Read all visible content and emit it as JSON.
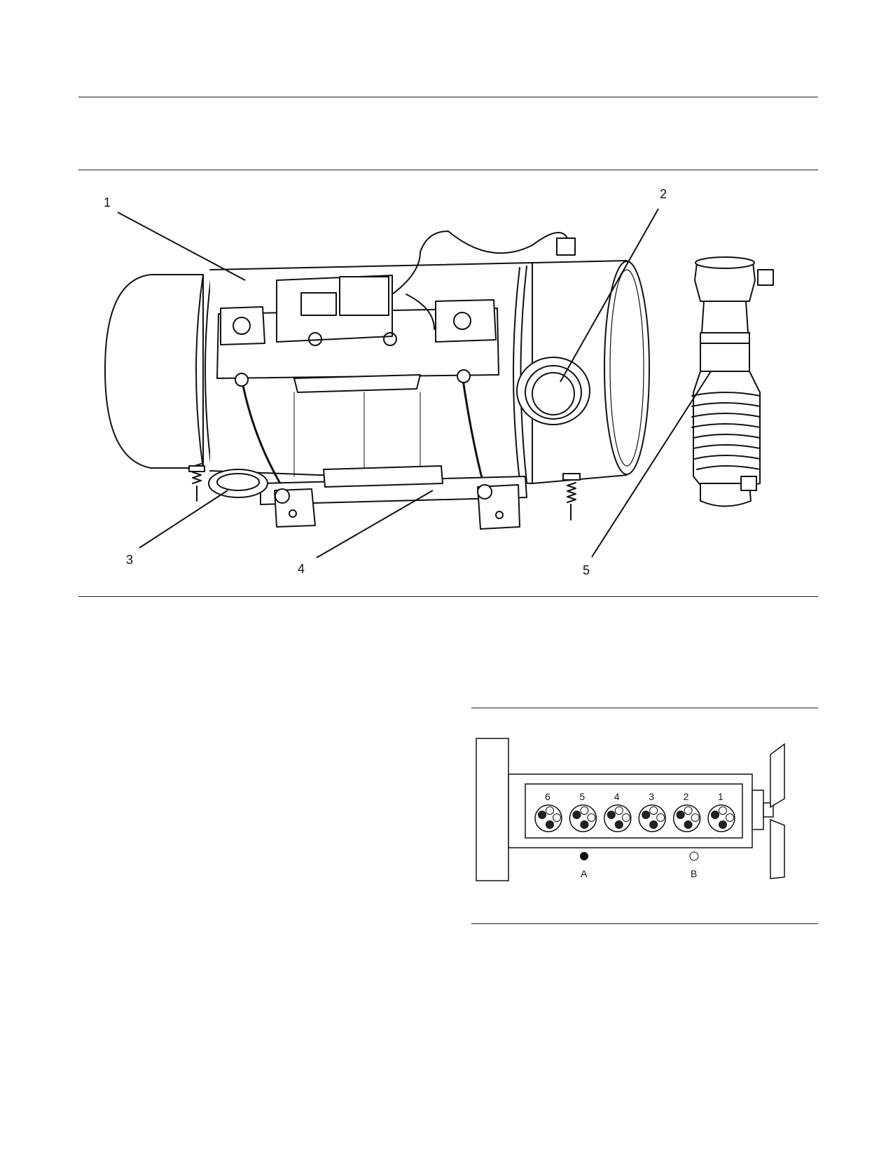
{
  "figure1": {
    "callouts": [
      {
        "id": "1",
        "label": "1"
      },
      {
        "id": "2",
        "label": "2"
      },
      {
        "id": "3",
        "label": "3"
      },
      {
        "id": "4",
        "label": "4"
      },
      {
        "id": "5",
        "label": "5"
      }
    ]
  },
  "figure2": {
    "cylinders": [
      "6",
      "5",
      "4",
      "3",
      "2",
      "1"
    ],
    "legend": {
      "a_label": "A",
      "b_label": "B"
    }
  }
}
